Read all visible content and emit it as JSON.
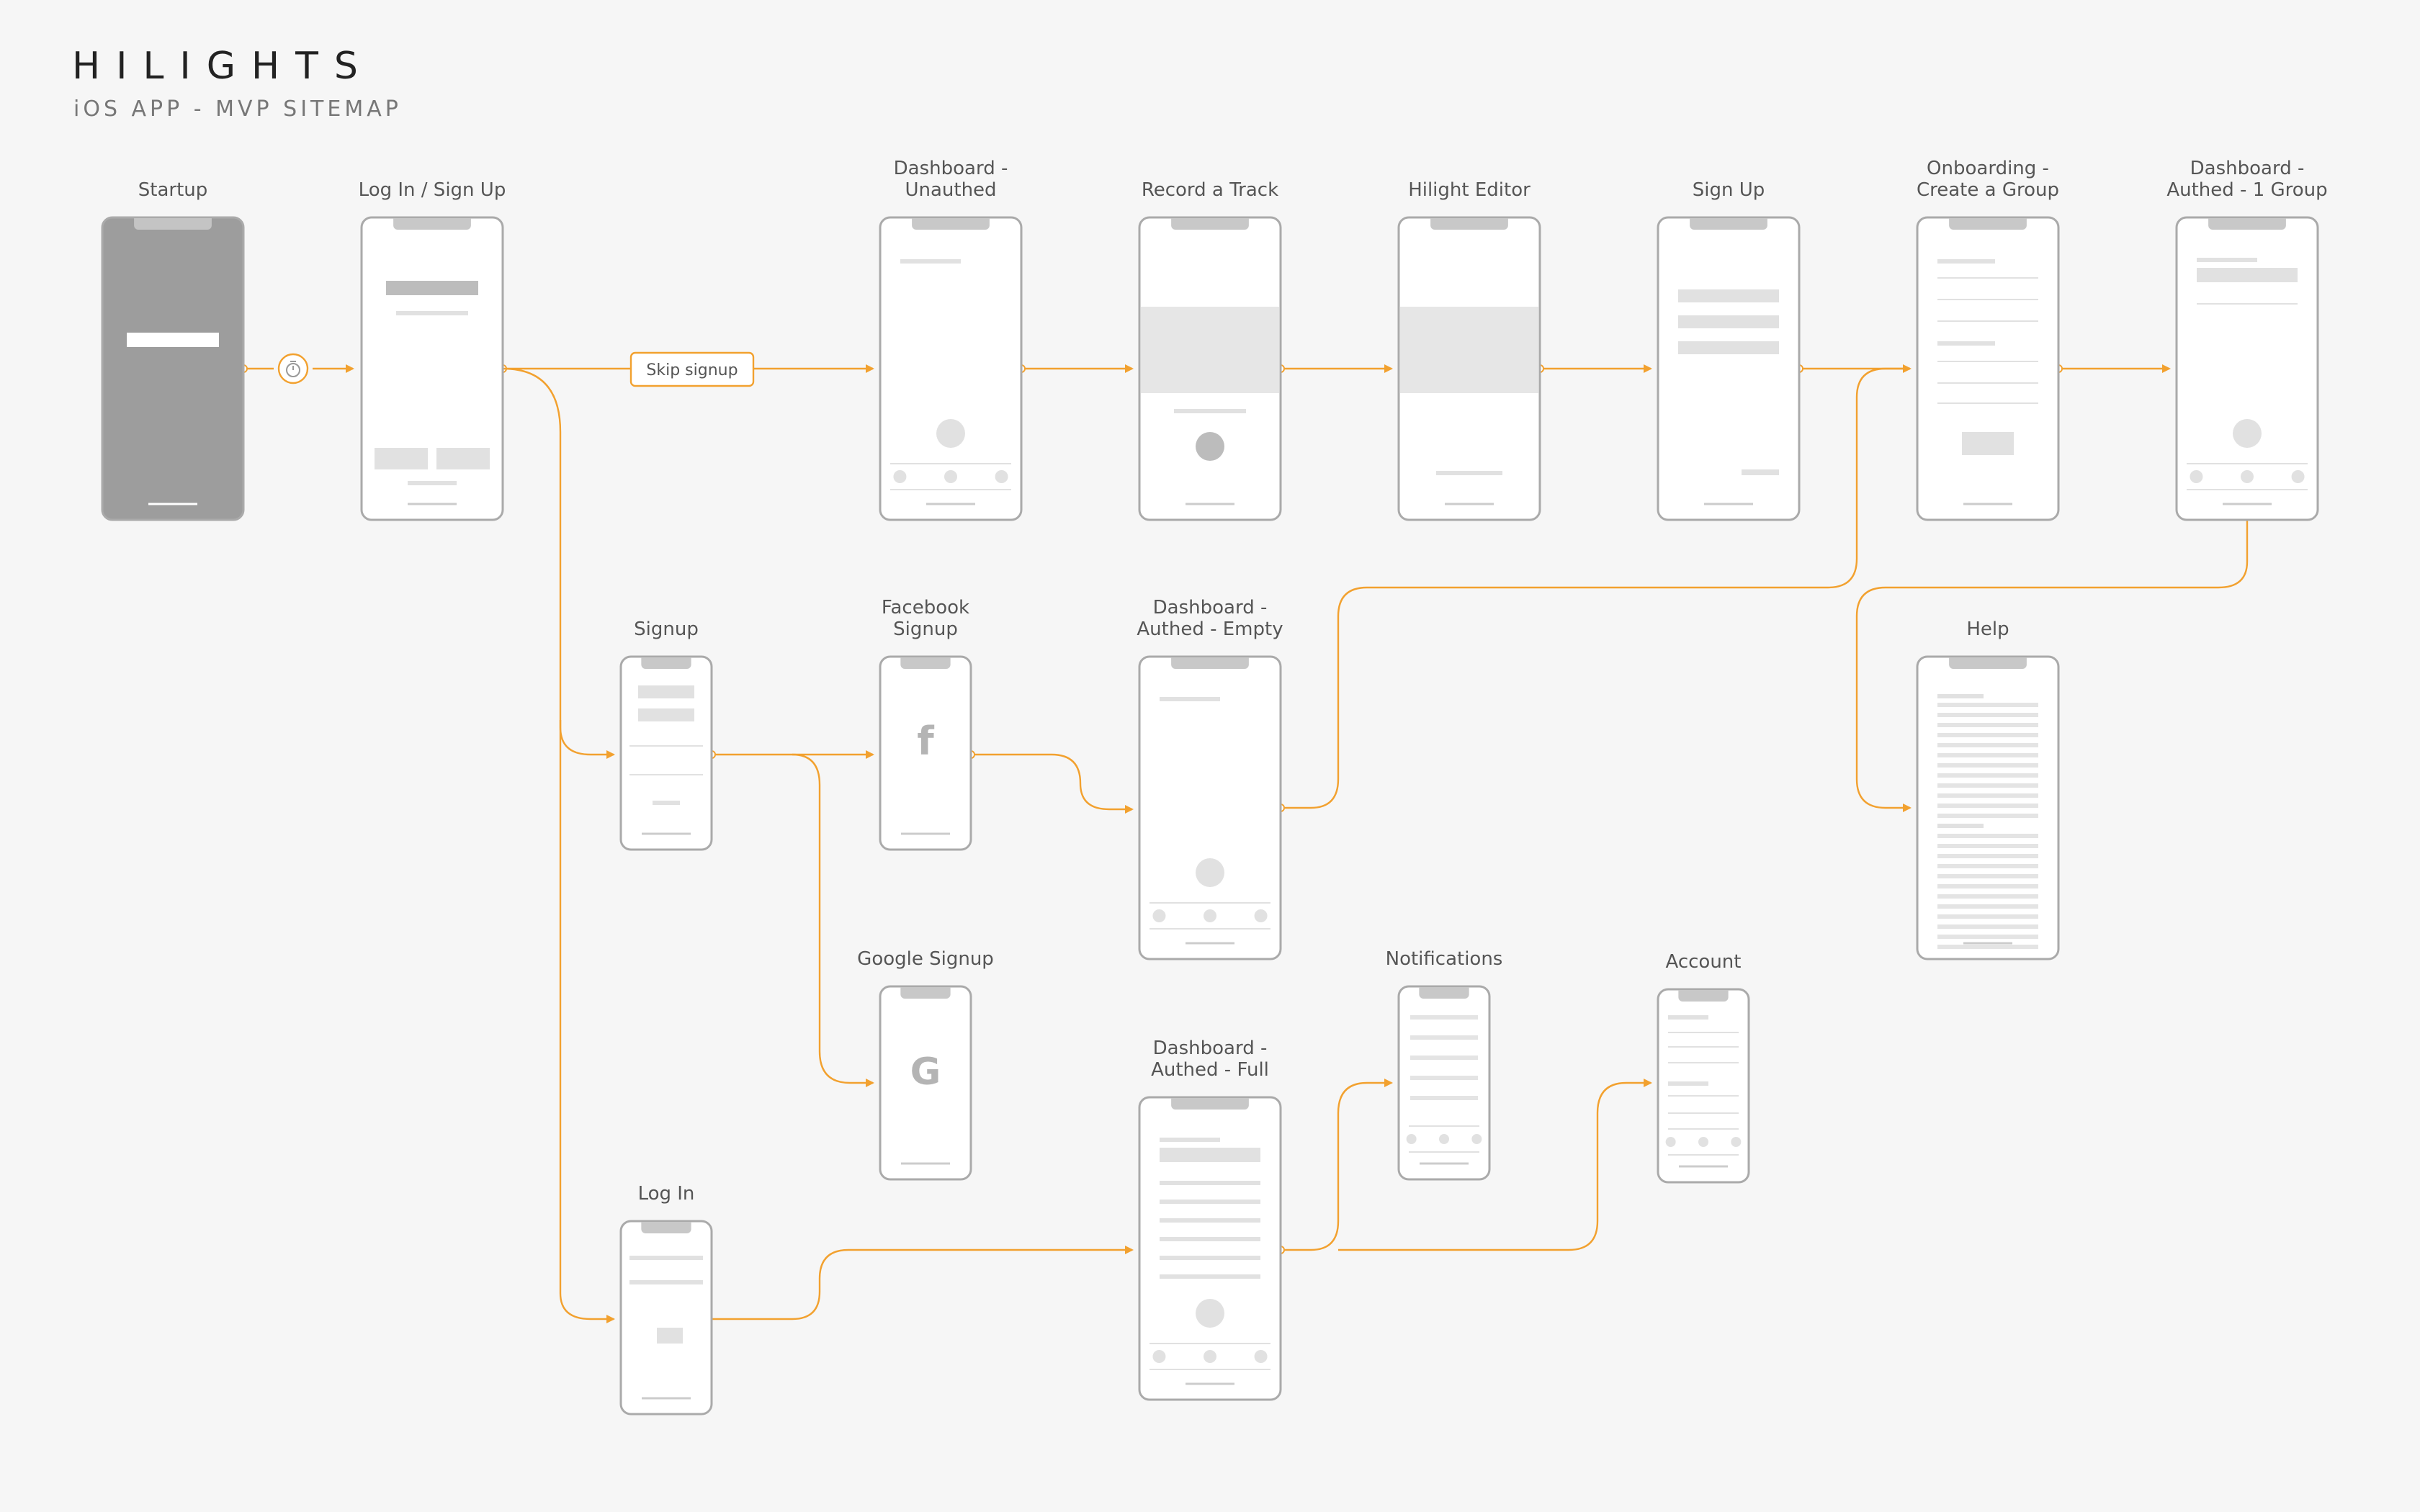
{
  "header": {
    "title": "HILIGHTS",
    "subtitle": "iOS APP - MVP SITEMAP"
  },
  "colors": {
    "connector": "#f2a12f",
    "frame": "#aaaaaa",
    "placeholder": "#e1e1e1",
    "placeholder_dark": "#bcbcbc",
    "startup_fill": "#9d9d9d",
    "label": "#555555"
  },
  "screens": [
    {
      "id": "startup",
      "label": [
        "Startup"
      ]
    },
    {
      "id": "login-signup",
      "label": [
        "Log In / Sign Up"
      ]
    },
    {
      "id": "dashboard-unauthed",
      "label": [
        "Dashboard -",
        "Unauthed"
      ]
    },
    {
      "id": "record-track",
      "label": [
        "Record a Track"
      ]
    },
    {
      "id": "hilight-editor",
      "label": [
        "Hilight Editor"
      ]
    },
    {
      "id": "sign-up",
      "label": [
        "Sign Up"
      ]
    },
    {
      "id": "onboarding-group",
      "label": [
        "Onboarding -",
        "Create a Group"
      ]
    },
    {
      "id": "dashboard-1-group",
      "label": [
        "Dashboard -",
        "Authed - 1 Group"
      ]
    },
    {
      "id": "signup",
      "label": [
        "Signup"
      ]
    },
    {
      "id": "facebook-signup",
      "label": [
        "Facebook",
        "Signup"
      ]
    },
    {
      "id": "dashboard-empty",
      "label": [
        "Dashboard -",
        "Authed - Empty"
      ]
    },
    {
      "id": "help",
      "label": [
        "Help"
      ]
    },
    {
      "id": "google-signup",
      "label": [
        "Google Signup"
      ]
    },
    {
      "id": "notifications",
      "label": [
        "Notifications"
      ]
    },
    {
      "id": "account",
      "label": [
        "Account"
      ]
    },
    {
      "id": "dashboard-full",
      "label": [
        "Dashboard -",
        "Authed - Full"
      ]
    },
    {
      "id": "log-in",
      "label": [
        "Log In"
      ]
    }
  ],
  "connection_labels": {
    "skip_signup": "Skip signup"
  },
  "icons": {
    "timer": "timer-icon",
    "facebook": "f",
    "google": "G"
  },
  "edges": [
    {
      "from": "startup",
      "to": "login-signup",
      "via": "timer-icon"
    },
    {
      "from": "login-signup",
      "to": "dashboard-unauthed",
      "label": "Skip signup"
    },
    {
      "from": "dashboard-unauthed",
      "to": "record-track"
    },
    {
      "from": "record-track",
      "to": "hilight-editor"
    },
    {
      "from": "hilight-editor",
      "to": "sign-up"
    },
    {
      "from": "sign-up",
      "to": "onboarding-group"
    },
    {
      "from": "onboarding-group",
      "to": "dashboard-1-group"
    },
    {
      "from": "login-signup",
      "to": "signup"
    },
    {
      "from": "login-signup",
      "to": "log-in"
    },
    {
      "from": "signup",
      "to": "facebook-signup"
    },
    {
      "from": "signup",
      "to": "google-signup"
    },
    {
      "from": "facebook-signup",
      "to": "dashboard-empty"
    },
    {
      "from": "dashboard-empty",
      "to": "onboarding-group"
    },
    {
      "from": "dashboard-1-group",
      "to": "help"
    },
    {
      "from": "log-in",
      "to": "dashboard-full"
    },
    {
      "from": "dashboard-full",
      "to": "notifications"
    },
    {
      "from": "dashboard-full",
      "to": "account"
    }
  ]
}
